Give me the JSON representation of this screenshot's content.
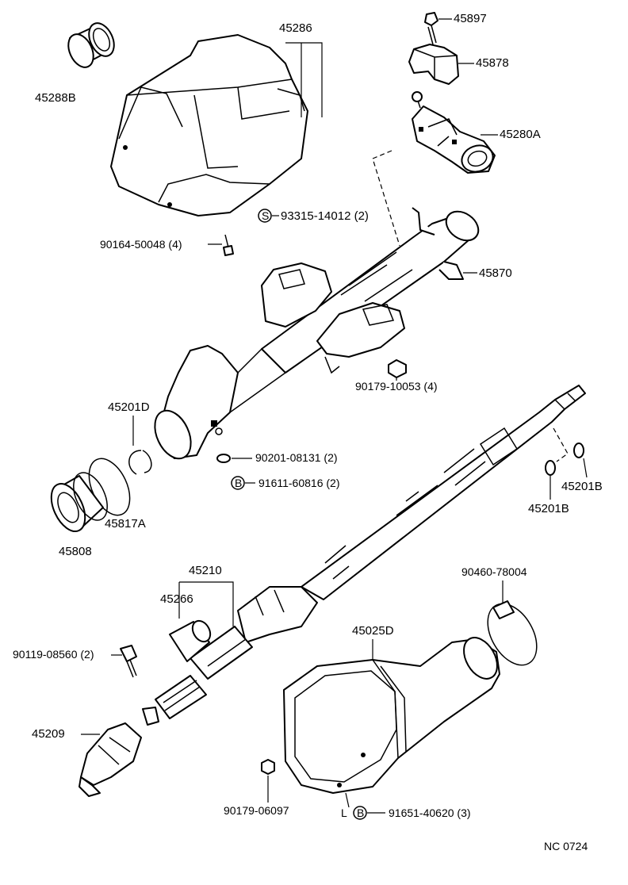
{
  "labels": {
    "p45288b": "45288B",
    "p45286": "45286",
    "p45897": "45897",
    "p45878": "45878",
    "p45280a": "45280A",
    "p93315": "93315-14012 (2)",
    "p90164": "90164-50048 (4)",
    "p45870": "45870",
    "p90179_10053": "90179-10053 (4)",
    "p45201d": "45201D",
    "p90201": "90201-08131 (2)",
    "p91611": "91611-60816 (2)",
    "p45201b_right": "45201B",
    "p45201b_left": "45201B",
    "p45817a": "45817A",
    "p45808": "45808",
    "p45210": "45210",
    "p45266": "45266",
    "p90460": "90460-78004",
    "p45025d": "45025D",
    "p90119": "90119-08560 (2)",
    "p45209": "45209",
    "p90179_06097": "90179-06097",
    "p91651": "91651-40620 (3)",
    "marker_l": "L"
  },
  "badges": {
    "s": "S",
    "b1": "B",
    "b2": "B"
  },
  "catalog_code": "NC 0724"
}
